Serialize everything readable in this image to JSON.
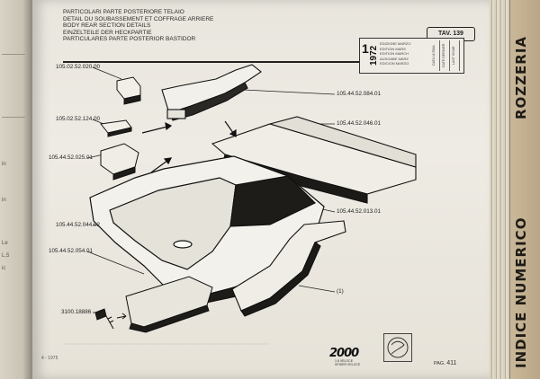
{
  "header": {
    "lines": [
      "PARTICOLARI PARTE POSTERIORE TELAIO",
      "DETAIL DU SOUBASSEMENT ET COFFRAGE ARRIERE",
      "BODY REAR SECTION DETAILS",
      "EINZELTEILE DER HECKPARTIE",
      "PARTICULARES PARTE POSTERIOR BASTIDOR"
    ]
  },
  "table_number": "TAV. 139",
  "revision": {
    "number": "1",
    "year": "1972",
    "editions": [
      "EDIZIONE",
      "EDITION",
      "EDITION",
      "AUSGABE",
      "EDICION"
    ],
    "months": [
      "MARZO",
      "MARS",
      "MARCH",
      "MARZ",
      "MARZO"
    ],
    "columns": [
      "DATA ULTIMA",
      "DATE DERNIER",
      "LAST ISSUE"
    ]
  },
  "part_labels": {
    "p1": "105.02.52.020.00",
    "p2": "105.02.52.124.00",
    "p3": "105.44.52.025.01",
    "p4": "105.44.52.044.02",
    "p5": "105.44.52.054.01",
    "p6": "3100.18886",
    "p7": "105.44.52.084.01",
    "p8": "105.44.52.046.01",
    "p9": "105.44.52.013.01",
    "p10": "(1)"
  },
  "footer": {
    "logo": "2000",
    "logo_sub": [
      "1.8 VELOCE",
      "SPIDER VELOCE"
    ],
    "page_prefix": "PAG.",
    "page_number": "411",
    "corner_code": "4 - 1975"
  },
  "side_tab": {
    "title1": "INDICE NUMERICO",
    "title2": "ROZZERIA"
  },
  "left_page_fragments": [
    "in",
    "in",
    "Le",
    "L.5",
    "ic"
  ]
}
